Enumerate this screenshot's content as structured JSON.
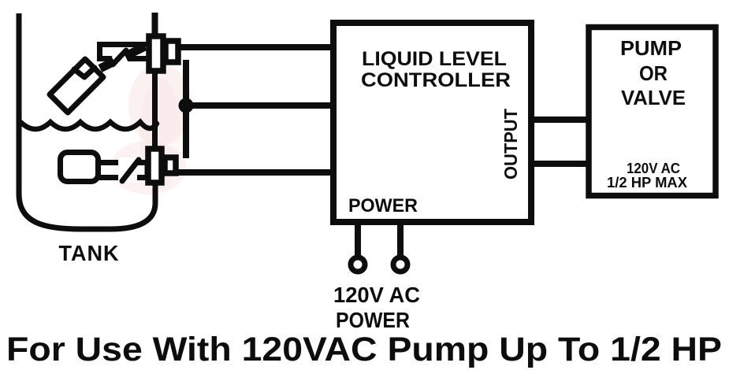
{
  "diagram": {
    "tank": {
      "label": "TANK"
    },
    "controller": {
      "title_line1": "LIQUID LEVEL",
      "title_line2": "CONTROLLER",
      "output_label": "OUTPUT",
      "power_label": "POWER"
    },
    "pump": {
      "title_line1": "PUMP",
      "title_line2": "OR",
      "title_line3": "VALVE",
      "rating_line1": "120V AC",
      "rating_line2": "1/2 HP MAX"
    },
    "power_supply": {
      "line1": "120V AC",
      "line2": "POWER"
    },
    "caption": "For Use With 120VAC Pump Up To 1/2 HP",
    "colors": {
      "line": "#0d0d0d",
      "background": "#ffffff",
      "artifact_pink": "#f6d9d9"
    }
  }
}
